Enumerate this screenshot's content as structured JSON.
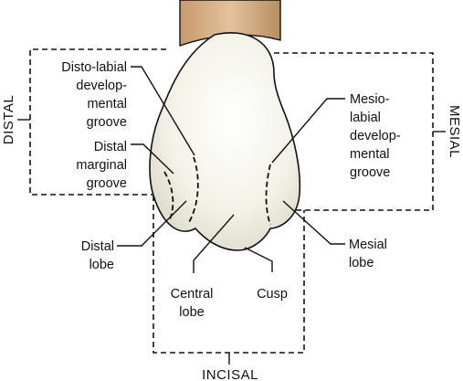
{
  "sides": {
    "distal": "DISTAL",
    "mesial": "MESIAL",
    "incisal": "INCISAL"
  },
  "labels": {
    "disto_labial": [
      "Disto-labial",
      "develop-",
      "mental",
      "groove"
    ],
    "distal_marginal": [
      "Distal",
      "marginal",
      "groove"
    ],
    "mesio_labial": [
      "Mesio-",
      "labial",
      "develop-",
      "mental",
      "groove"
    ],
    "distal_lobe": [
      "Distal",
      "lobe"
    ],
    "mesial_lobe": [
      "Mesial",
      "lobe"
    ],
    "central_lobe": [
      "Central",
      "lobe"
    ],
    "cusp": [
      "Cusp"
    ]
  },
  "colors": {
    "crown": "#f4f3ea",
    "crown_shade": "#dcd9c6",
    "root": "#d9b48a",
    "root_shade": "#b98e62",
    "line": "#111111"
  }
}
